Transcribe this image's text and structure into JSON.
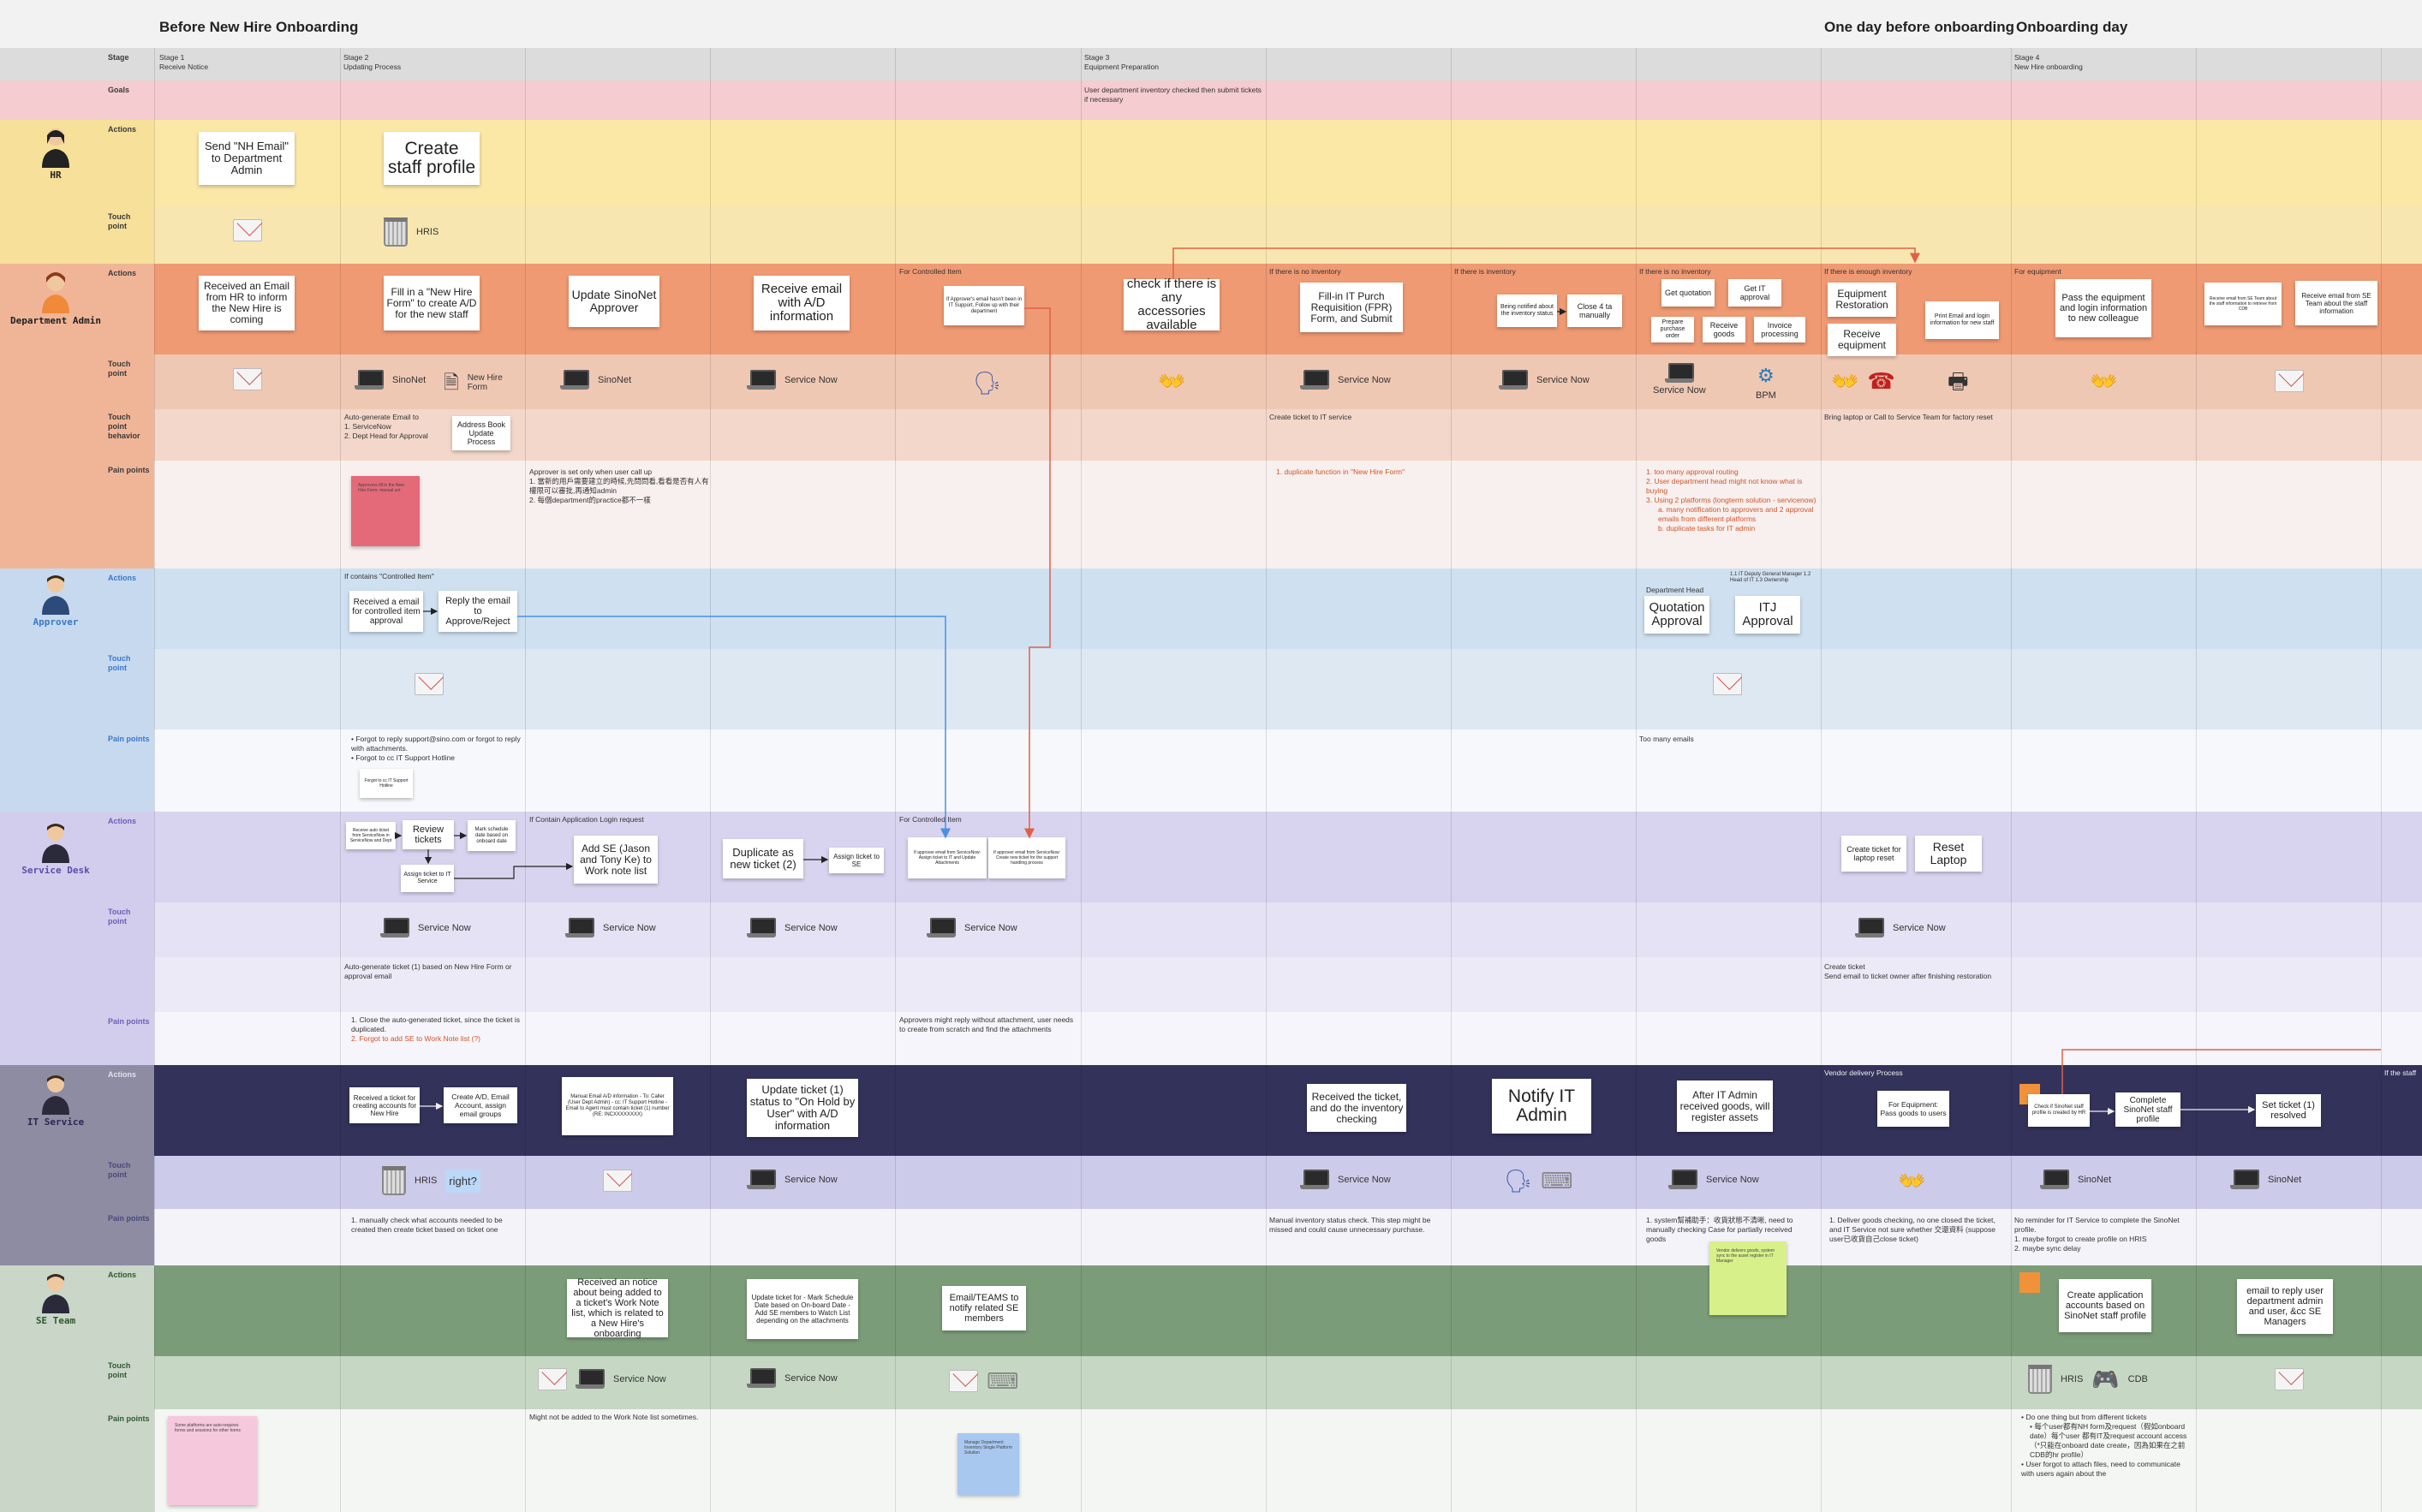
{
  "phases": {
    "before": "Before New Hire Onboarding",
    "one_day": "One day before onboarding",
    "day": "Onboarding day"
  },
  "stages": [
    {
      "title": "Stage 1",
      "sub": "Receive Notice"
    },
    {
      "title": "Stage 2",
      "sub": "Updating Process"
    },
    {
      "title": "Stage 3",
      "sub": "Equipment Preparation"
    },
    {
      "title": "Stage 4",
      "sub": "New Hire onboarding"
    }
  ],
  "row_labels": {
    "stage": "Stage",
    "goals": "Goals",
    "actions": "Actions",
    "touch": "Touch point",
    "touch_behavior": "Touch point behavior",
    "pain": "Pain points"
  },
  "goal_note": "User department inventory checked then submit tickets if necessary",
  "personas": [
    "HR",
    "Department Admin",
    "Approver",
    "Service Desk",
    "IT Service",
    "SE Team"
  ],
  "hr": {
    "send_email": "Send \"NH Email\" to Department Admin",
    "create_profile": "Create staff profile",
    "hris": "HRIS"
  },
  "dept": {
    "a1": "Received an Email from HR to inform the New Hire is coming",
    "a2": "Fill in a \"New Hire Form\" to create A/D for the new staff",
    "a3": "Update SinoNet Approver",
    "a4": "Receive email with A/D information",
    "ctrl_label": "For Controlled Item",
    "a5": "If Approver's email hasn't been in IT Support. Follow up with their department",
    "a6": "check if there is any accessories available",
    "noinv_label": "If there is no inventory",
    "a7": "Fill-in IT Purch Requisition (FPR) Form, and Submit",
    "inv_label": "If there is inventory",
    "a8": "Being notified about the inventory status",
    "a9": "Close 4 ta manually",
    "noinv2_label": "If there is no inventory",
    "a10": "Get quotation",
    "a11": "Get IT approval",
    "a12": "Prepare purchase order",
    "a13": "Receive goods",
    "a14": "Invoice processing",
    "enough_label": "If there is enough inventory",
    "a15": "Equipment Restoration",
    "a16": "Receive equipment",
    "a17": "Print Email and login information for new staff",
    "equip_label": "For equipment",
    "a18": "Pass the equipment and login information to new colleague",
    "a19": "Receive email from SE Team about the staff information to retrieve from CDB",
    "a20": "Receive email from SE Team about the staff information",
    "tp_sinonet": "SinoNet",
    "tp_newhire": "New Hire Form",
    "tp_servicenow": "Service Now",
    "tp_bpm": "BPM",
    "tb1": "Auto-generate Email to",
    "tb1_list": [
      "1. ServiceNow",
      "2. Dept Head for Approval"
    ],
    "tb_addr": "Address Book Update Process",
    "tb2": "Create ticket to IT service",
    "tb3": "Bring laptop or Call to Service Team for factory reset",
    "pp1": "Approver is set only when user call up",
    "pp1_list": [
      "1. 當新的用戶需要建立的時候,先問問看,看看是否有人有權限可以審批,再通知admin",
      "2. 每個department的practice都不一樣"
    ],
    "pp2": "1. duplicate function in \"New Hire Form\"",
    "pp3_list": [
      "1. too many approval routing",
      "2. User department head might not know what is buying",
      "3. Using 2 platforms (longterm solution - servicenow)",
      "a. many notification to approvers and 2 approval emails from different platforms",
      "b. duplicate tasks for IT admin"
    ]
  },
  "approver": {
    "ctrl_label": "If contains \"Controlled Item\"",
    "a1": "Received a email for controlled item approval",
    "a2": "Reply the email to Approve/Reject",
    "dh_label": "Department Head",
    "itdg": "1.1 IT Deputy General Manager 1.2 Head of IT 1.3 Ownership",
    "a3": "Quotation Approval",
    "a4": "ITJ Approval",
    "pp1_list": [
      "Forgot to reply support@sino.com or forgot to reply with attachments.",
      "Forgot to cc IT Support Hotline"
    ],
    "pp2": "Too many emails"
  },
  "sd": {
    "a1": "Receive auto ticket from ServiceNow in ServiceNow and Dept",
    "a2": "Review tickets",
    "a3": "Mark schedule date based on onboard date",
    "a4": "Assign ticket to IT Service",
    "app_label": "If Contain Application Login request",
    "a5": "Add SE (Jason and Tony Ke) to Work note list",
    "a6": "Duplicate as new ticket (2)",
    "a7": "Assign ticket to SE",
    "ctrl_label": "For Controlled Item",
    "a8": "If approver email from ServiceNow: Assign ticket to IT and Update Attachments",
    "a9": "If approver email from ServiceNow: Create new ticket for the support handling process",
    "a10": "Create ticket for laptop reset",
    "a11": "Reset Laptop",
    "tp": "Service Now",
    "tb1": "Auto-generate ticket (1) based on New Hire Form or approval email",
    "tb2": "Create ticket",
    "tb2b": "Send email to ticket owner after finishing restoration",
    "pp1_list": [
      "1. Close the auto-generated ticket, since the ticket is duplicated.",
      "2. Forgot to add SE to Work Note list (?)"
    ],
    "pp2": "Approvers might reply without attachment, user needs to create from scratch and find the attachments"
  },
  "its": {
    "a1": "Received a ticket for creating accounts for New Hire",
    "a2": "Create A/D, Email Account, assign email groups",
    "a3": "Manual Email A/D information - To: Caller (User Dept Admin) - cc: IT Support Hotline - Email to Agent must contain ticket (1) number (RE: INCXXXXXXXX)",
    "a4": "Update ticket (1) status to \"On Hold by User\" with A/D information",
    "a5": "Received the ticket, and do the inventory checking",
    "a6": "Notify IT Admin",
    "a7": "After IT Admin received goods, will register assets",
    "vendor_label": "Vendor delivery Process",
    "a8": "For Equipment: Pass goods to users",
    "a9": "Check if SinoNet staff profile is created by HR",
    "a10": "Complete SinoNet staff profile",
    "a11": "Set ticket (1) resolved",
    "if_label": "If the staff",
    "tp_hris": "HRIS",
    "tp_right": "right?",
    "tp_sn": "Service Now",
    "tp_sinonet": "SinoNet",
    "pp1": "1. manually check what accounts needed to be created then create ticket based on ticket one",
    "pp2": "Manual inventory status check. This step might be missed and could cause unnecessary purchase.",
    "pp3": "1. system幫補助手：收貨狀態不清晰, need to manually checking Case for partially received goods",
    "pp4_list": [
      "1. Deliver goods checking, no one closed the ticket, and IT Service not sure whether 交還資料 (suppose user已收貨自己close ticket)"
    ],
    "pp5_list": [
      "No reminder for IT Service to complete the SinoNet profile.",
      "1. maybe forgot to create profile on HRIS",
      "2. maybe sync delay"
    ]
  },
  "se": {
    "a1": "Received an notice about being added to a ticket's Work Note list, which is related to a New Hire's onboarding",
    "a2": "Update ticket for - Mark Schedule Date based on On-board Date - Add SE members to Watch List depending on the attachments",
    "a3": "Email/TEAMS to notify related SE members",
    "a4": "Create application accounts based on SinoNet staff profile",
    "a5": "email to reply user department admin and user, &cc SE Managers",
    "tp_sn": "Service Now",
    "tp_hris": "HRIS",
    "tp_cdb": "CDB",
    "pp1": "Might not be added to the Work Note list sometimes.",
    "pp2_list": [
      "Do one thing but from different tickets",
      "• 每个user都有NH form及request（假如onboard date）每个user 都有IT及request account access（*只能在onboard date create，因為如果在之前 CDB的hr profile）",
      "User forgot to attach files, need to communicate with users again about the"
    ]
  },
  "stickies": {
    "pink1": "Approvers fill in the New Hire Form: manual set",
    "pink2": "Some platforms are auto-requires forms and sessions for other forms",
    "blue1": "Manage Department Inventory Single Platform Solution",
    "green1": "Vendor delivers goods, system sync to the asset register in IT Manager"
  },
  "colors": {
    "hr": "#fbe8a6",
    "dept": "#ef9a73",
    "approver": "#cfe0f0",
    "sd": "#d8d4ef",
    "its": "#33325a",
    "se": "#7b9c79",
    "goals": "#f5cccf",
    "red_line": "#e06047",
    "blue_line": "#4a90e2"
  }
}
